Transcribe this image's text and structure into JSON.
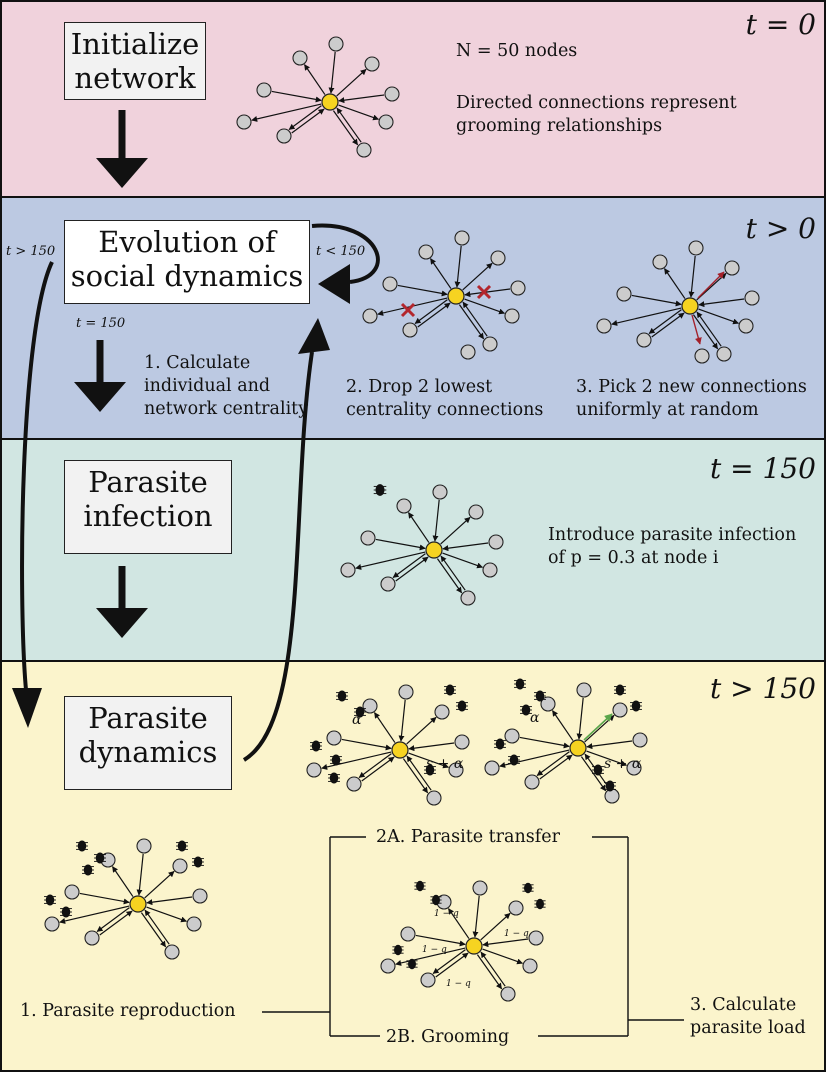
{
  "panels": [
    {
      "time": "t = 0",
      "box": [
        "Initialize",
        "network"
      ],
      "text": [
        "N = 50 nodes",
        "Directed connections represent",
        "grooming relationships"
      ]
    },
    {
      "time": "t > 0",
      "box": [
        "Evolution of",
        "social dynamics"
      ],
      "loop_label": "t < 150",
      "exit_label": "t = 150",
      "side_label": "t > 150",
      "step1": [
        "1. Calculate",
        "individual and",
        "network centrality"
      ],
      "step2": [
        "2. Drop 2 lowest",
        "centrality connections"
      ],
      "step3": [
        "3. Pick 2 new connections",
        "uniformly at random"
      ]
    },
    {
      "time": "t = 150",
      "box": [
        "Parasite",
        "infection"
      ],
      "text": [
        "Introduce parasite infection",
        "of p = 0.3 at node i"
      ]
    },
    {
      "time": "t > 150",
      "box": [
        "Parasite",
        "dynamics"
      ],
      "alpha": "α",
      "s_alpha": "s + α",
      "one_minus_q": "1 − q",
      "step1": "1. Parasite reproduction",
      "step2a": "2A. Parasite transfer",
      "step2b": "2B. Grooming",
      "step3": [
        "3. Calculate",
        "parasite load"
      ]
    }
  ],
  "colors": {
    "panel1": "#f0d2dc",
    "panel2": "#bcc9e2",
    "panel3": "#d1e6e2",
    "panel4": "#fbf4cc",
    "center_node": "#f6d321",
    "node": "#cccccc",
    "drop_mark": "#b3262d",
    "new_edge": "#a3202a",
    "transfer_edge": "#5aa64b"
  }
}
